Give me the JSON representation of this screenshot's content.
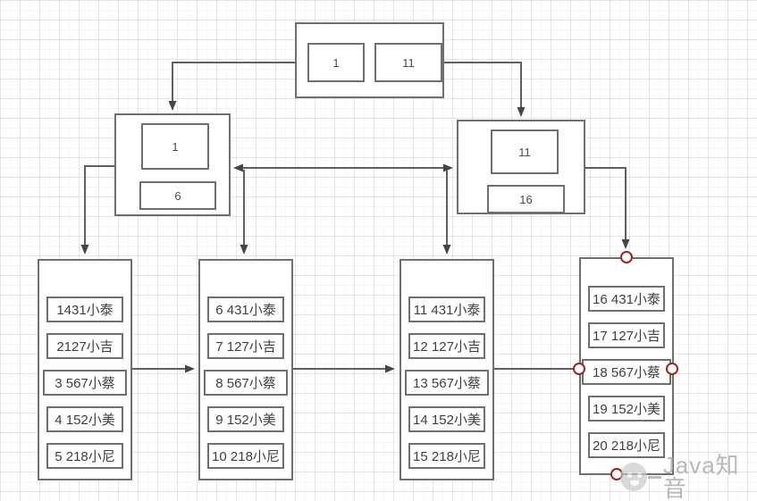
{
  "palette": {
    "box_border": "#6f6f6f",
    "connector_line": "#5f5f5f",
    "arrowhead": "#454545",
    "selection_handle": "#962626",
    "watermark_gray": "#adadad",
    "canvas_background": "#ffffff"
  },
  "tree": {
    "root": {
      "keys": [
        "1",
        "11"
      ]
    },
    "internal": [
      {
        "keys": [
          "1",
          "6"
        ]
      },
      {
        "keys": [
          "11",
          "16"
        ]
      }
    ],
    "leaves": [
      {
        "rows": [
          "1431小泰",
          "2127小吉",
          "3 567小蔡",
          "4 152小美",
          "5 218小尼"
        ]
      },
      {
        "rows": [
          "6 431小泰",
          "7 127小吉",
          "8 567小蔡",
          "9 152小美",
          "10 218小尼"
        ]
      },
      {
        "rows": [
          "11 431小泰",
          "12 127小吉",
          "13 567小蔡",
          "14 152小美",
          "15 218小尼"
        ]
      },
      {
        "rows": [
          "16 431小泰",
          "17 127小吉",
          "18 567小蔡",
          "19 152小美",
          "20 218小尼"
        ]
      }
    ]
  },
  "watermark": {
    "text": "Java知音",
    "logo": "smiley-face-icon"
  }
}
